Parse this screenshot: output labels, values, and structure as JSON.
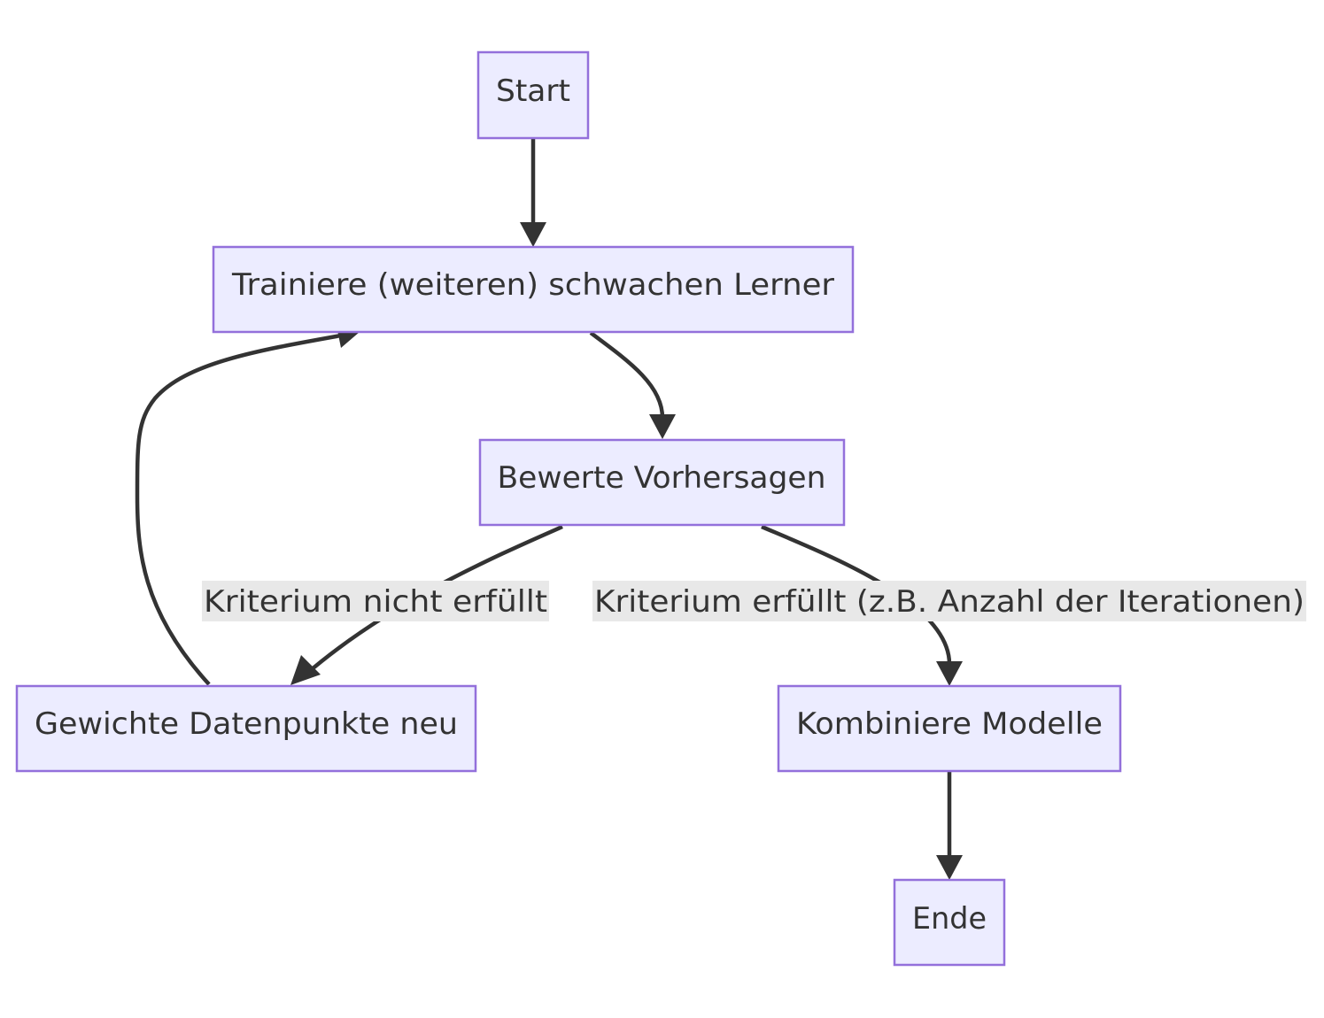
{
  "diagram": {
    "nodes": {
      "start": "Start",
      "train": "Trainiere (weiteren) schwachen Lerner",
      "evaluate": "Bewerte Vorhersagen",
      "reweight": "Gewichte Datenpunkte neu",
      "combine": "Kombiniere Modelle",
      "end": "Ende"
    },
    "edge_labels": {
      "not_met": "Kriterium nicht erfüllt",
      "met": "Kriterium erfüllt (z.B. Anzahl der Iterationen)"
    },
    "colors": {
      "node_fill": "#ECECFF",
      "node_stroke": "#9370DB",
      "edge": "#333333",
      "label_bg": "#e8e8e8",
      "text": "#333333"
    }
  }
}
